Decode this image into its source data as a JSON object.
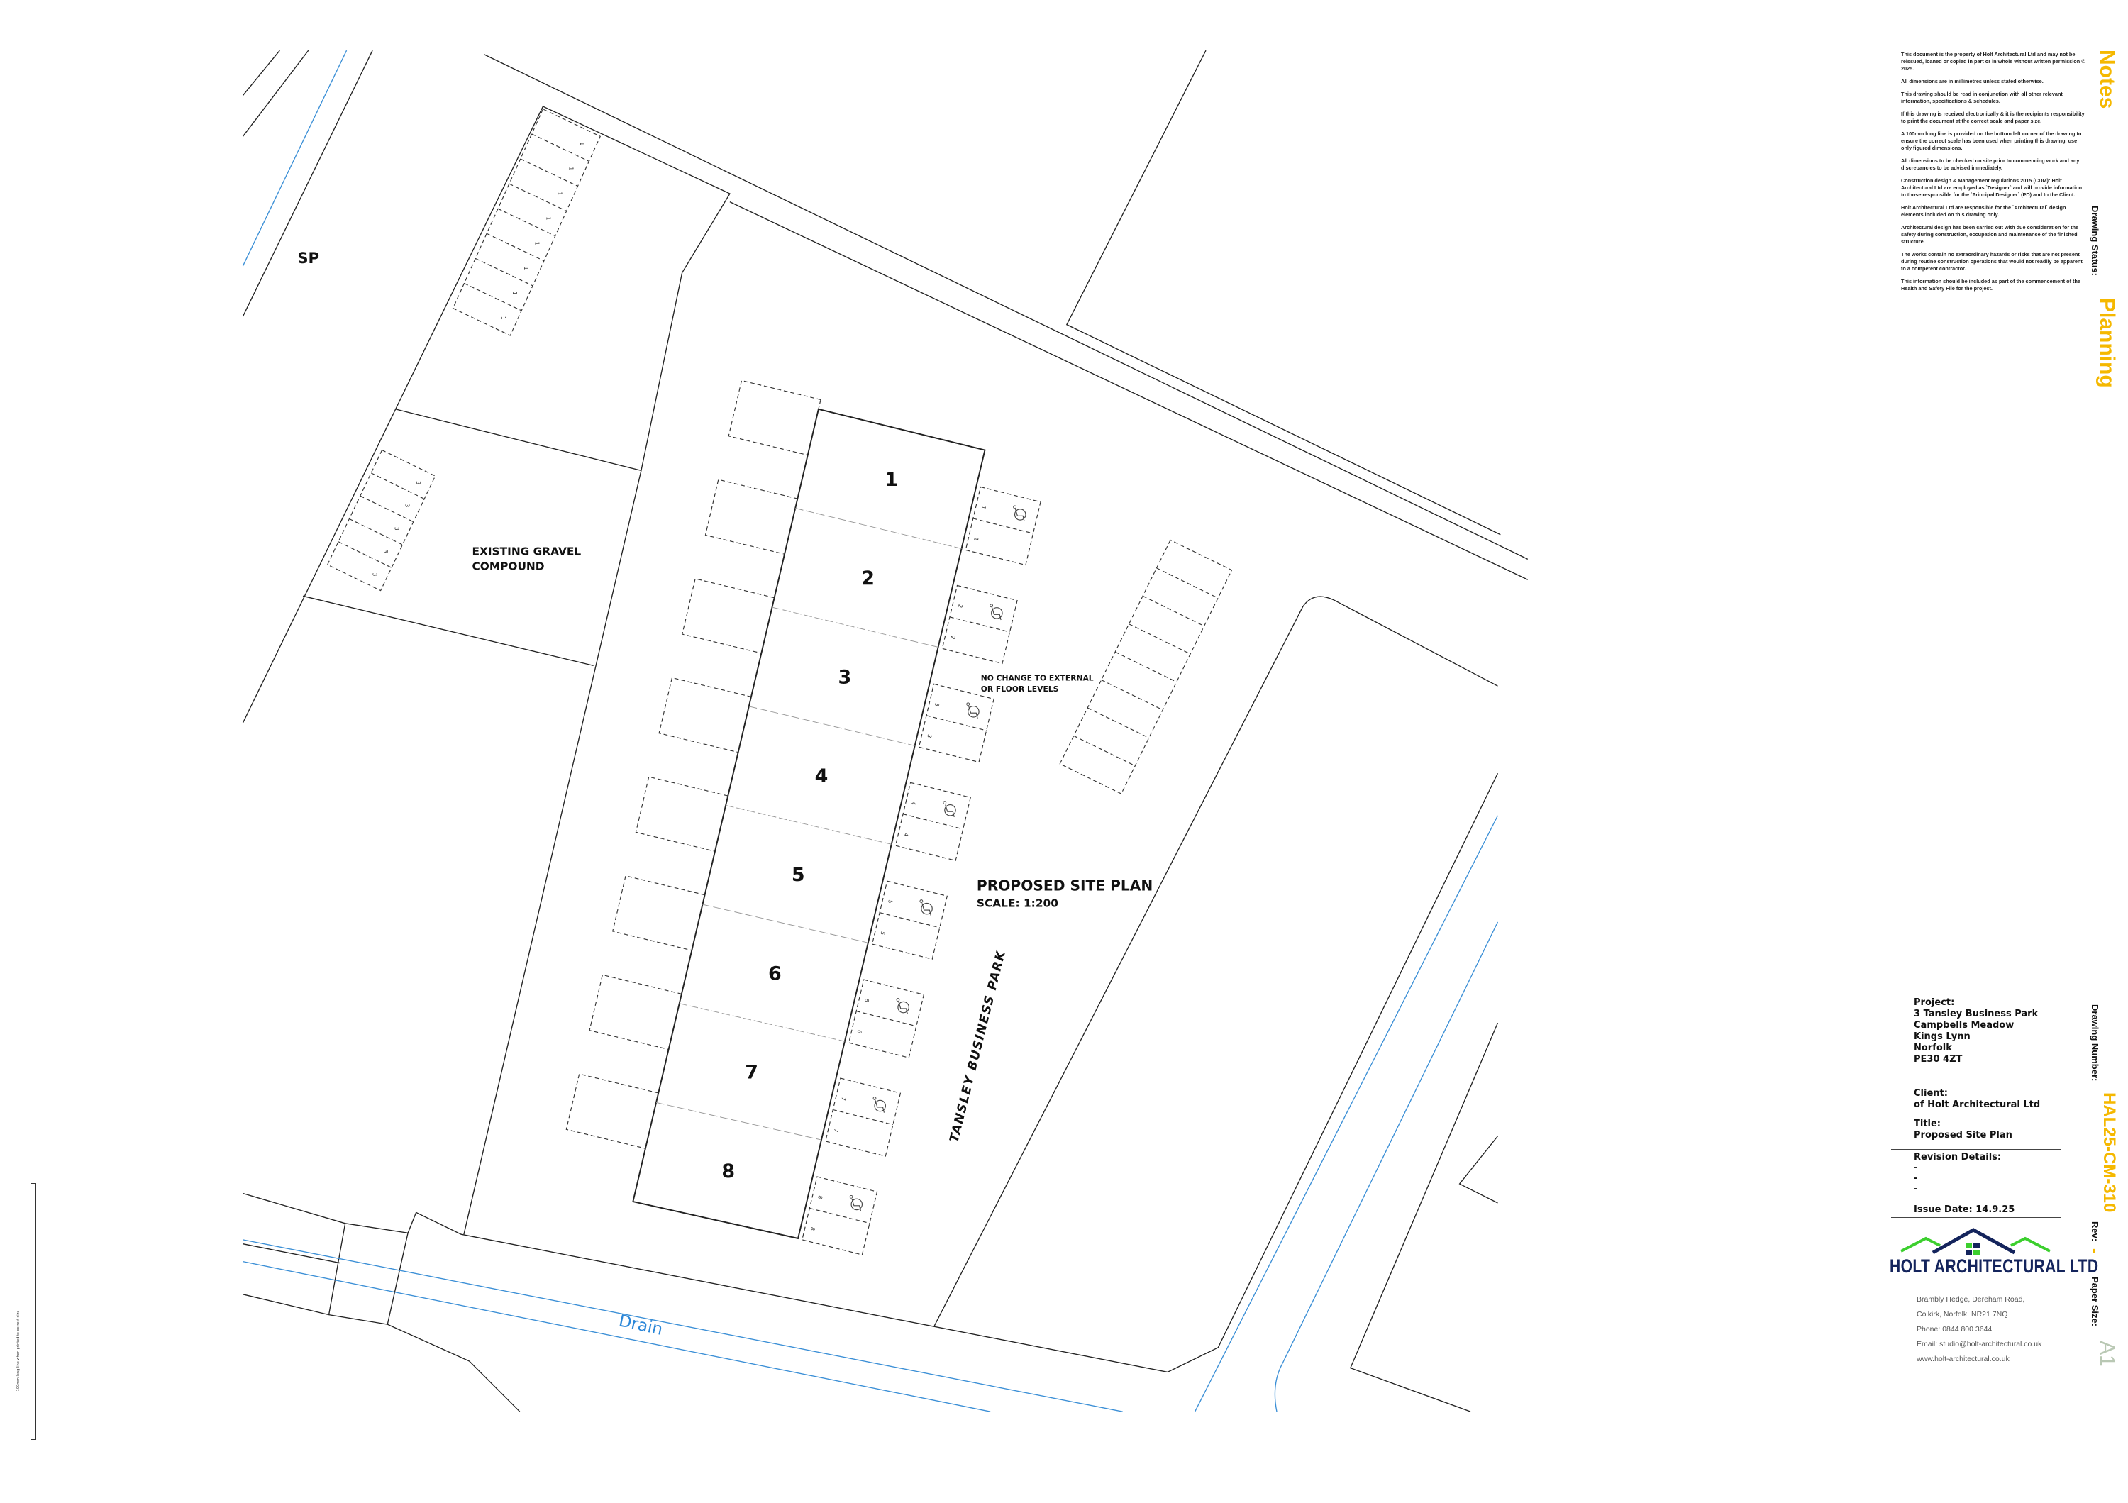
{
  "drawing": {
    "site_labels": {
      "sp": "SP",
      "compound": [
        "EXISTING GRAVEL",
        "COMPOUND"
      ],
      "note": [
        "NO CHANGE TO EXTERNAL",
        "OR FLOOR LEVELS"
      ],
      "plan_title": "PROPOSED SITE PLAN",
      "scale": "SCALE: 1:200",
      "road": "TANSLEY BUSINESS PARK",
      "drain": "Drain"
    },
    "units": [
      "1",
      "2",
      "3",
      "4",
      "5",
      "6",
      "7",
      "8"
    ],
    "top_bay_label": "1",
    "compound_bay_label": "3",
    "accessible_icon": "wheelchair-icon",
    "scale_line_label": "100mm long line when printed to correct size"
  },
  "notes": {
    "heading": "Notes",
    "paragraphs": [
      "This document is the property of Holt Architectural Ltd and may not be reissued, loaned or copied in part or in whole without written permission © 2025.",
      "All dimensions are in millimetres unless stated otherwise.",
      "This drawing should be read in conjunction with all other relevant information, specifications & schedules.",
      "If this drawing is received electronically & it is the recipients responsibility to print the document at the correct scale and paper size.",
      "A 100mm long line is provided on the bottom left corner of the drawing to ensure the correct scale has been used when printing this drawing. use only figured dimensions.",
      "All dimensions to be checked on site prior to commencing work  and any discrepancies to be advised immediately.",
      "Construction design & Management regulations 2015 (CDM): Holt Architectural Ltd are employed as `Designer` and will provide information to those responsible for the `Principal Designer` (PD) and to the Client.",
      "Holt Architectural Ltd are responsible for the `Architectural` design elements included on this drawing only.",
      "Architectural design has been carried out with due consideration for the safety during construction, occupation and maintenance of the finished structure.",
      "The works contain no extraordinary hazards or risks that are not present during routine construction operations that would not readily be apparent to a competent contractor.",
      "This information should be included as part of the commencement of the Health and Safety File for the project."
    ]
  },
  "sidebar": {
    "status_label": "Drawing Status:",
    "status_value": "Planning",
    "number_label": "Drawing Number:",
    "number_value": "HAL25-CM-310",
    "rev_label": "Rev:",
    "rev_value": "-",
    "paper_label": "Paper Size:",
    "paper_value": "A1",
    "accent": "#f5b800",
    "paper_color": "#b9c8b4"
  },
  "title_block": {
    "project_label": "Project:",
    "project_lines": [
      "3 Tansley Business Park",
      "Campbells Meadow",
      "Kings Lynn",
      "Norfolk",
      "PE30 4ZT"
    ],
    "client_label": "Client:",
    "client_value": "of Holt Architectural Ltd",
    "title_label": "Title:",
    "title_value": "Proposed Site Plan",
    "revision_label": "Revision Details:",
    "revision_lines": [
      "-",
      "-",
      "-"
    ],
    "issue_date": "Issue Date: 14.9.25"
  },
  "company": {
    "name": "HOLT ARCHITECTURAL LTD",
    "address_1": "Brambly Hedge, Dereham Road,",
    "address_2": "Colkirk, Norfolk. NR21 7NQ",
    "phone": "Phone:  0844 800 3644",
    "email": "Email: studio@holt-architectural.co.uk",
    "web": "www.holt-architectural.co.uk",
    "navy": "#14245c",
    "green": "#3ccf2e"
  }
}
